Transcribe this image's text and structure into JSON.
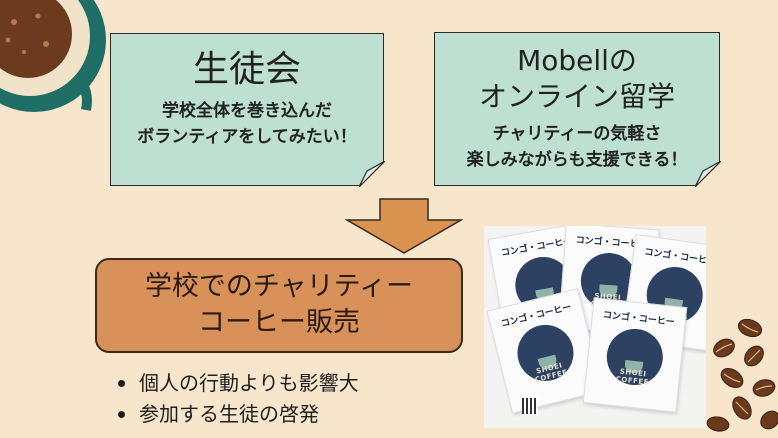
{
  "note_left": {
    "title": "生徒会",
    "lines": [
      "学校全体を巻き込んだ",
      "ボランティアをしてみたい！"
    ]
  },
  "note_right": {
    "title_line1": "Mobellの",
    "title_line2": "オンライン留学",
    "lines": [
      "チャリティーの気軽さ",
      "楽しみながらも支援できる！"
    ]
  },
  "result": {
    "line1": "学校でのチャリティー",
    "line2": "コーヒー販売"
  },
  "bullets": [
    "個人の行動よりも影響大",
    "参加する生徒の啓発"
  ],
  "photo": {
    "packet_label": "コンゴ・コーヒー",
    "packet_brand": "SHOEI COFFEE"
  },
  "colors": {
    "background": "#f7e6cc",
    "note": "#bde0d3",
    "result": "#d89159",
    "arrow": "#d9934f",
    "teal_mug": "#1f6e66"
  }
}
